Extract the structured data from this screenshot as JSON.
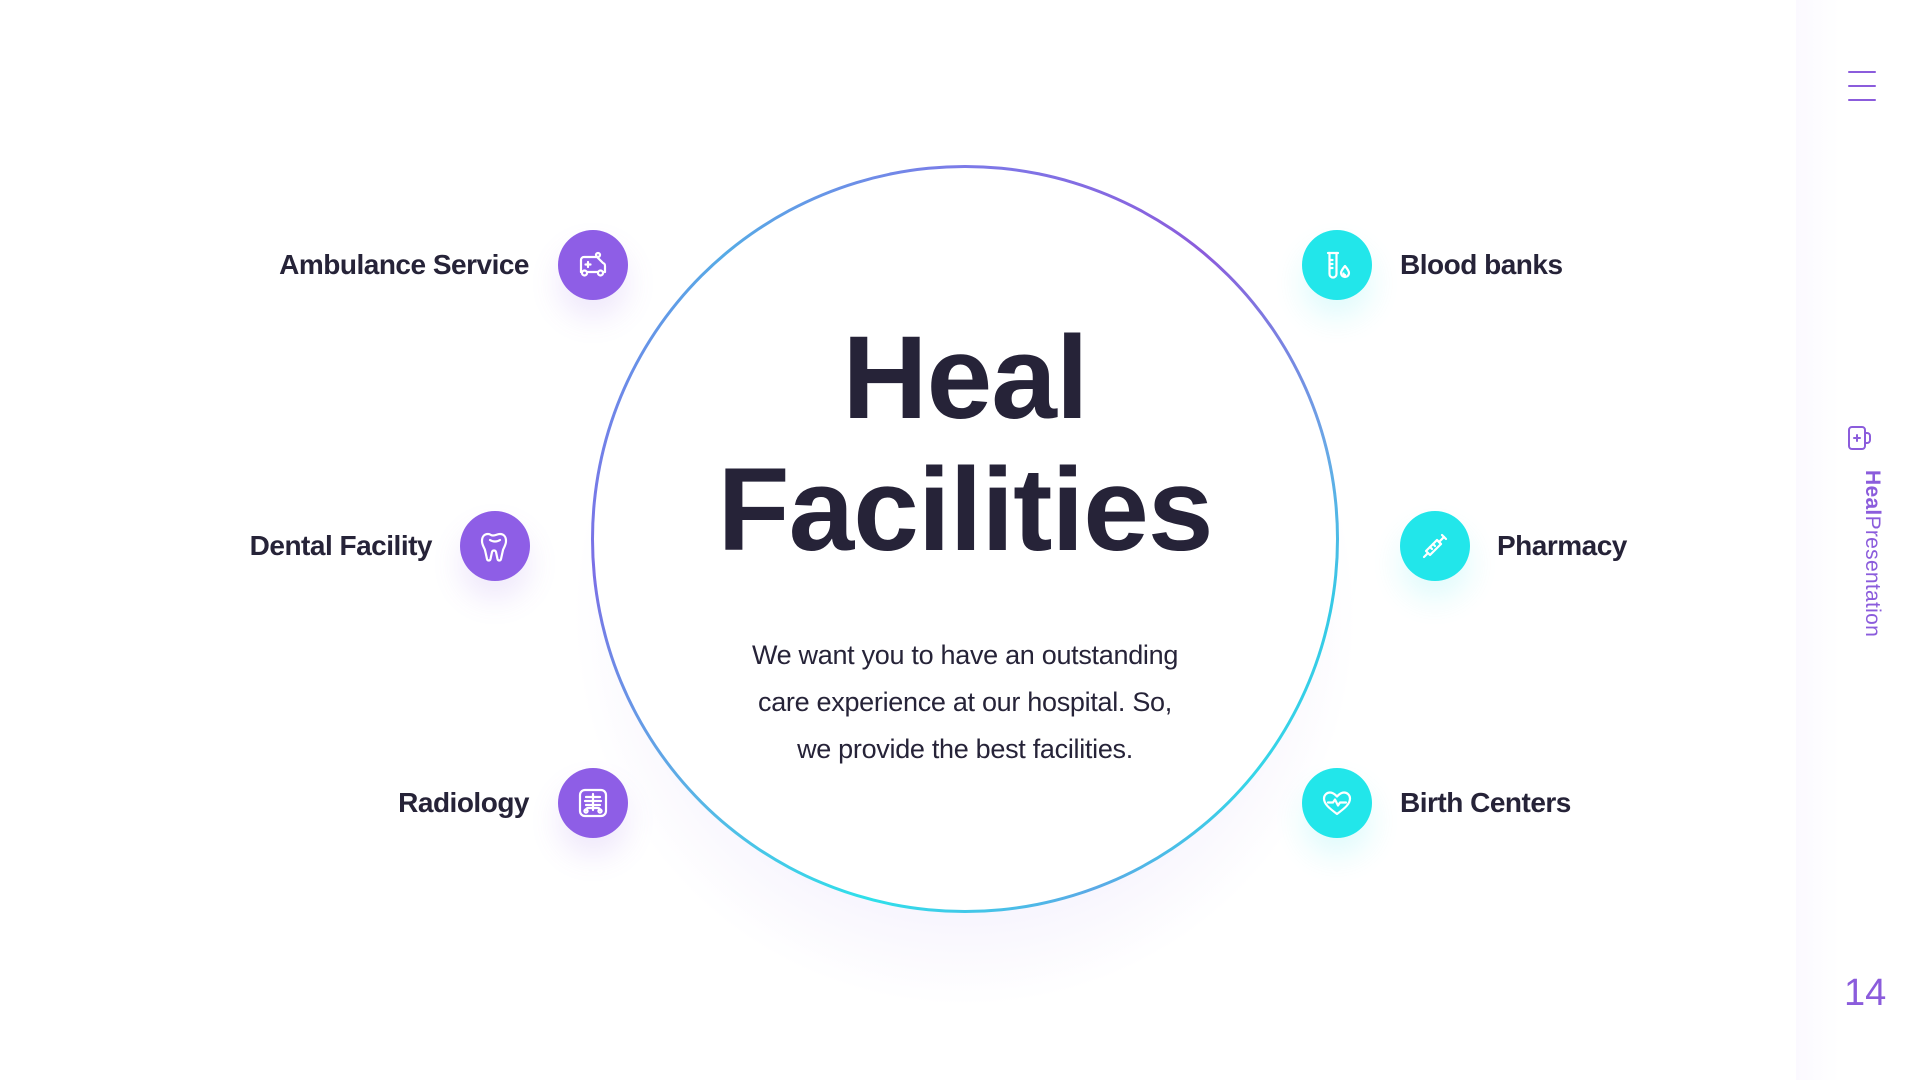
{
  "slide": {
    "title_line1": "Heal",
    "title_line2": "Facilities",
    "description": "We want you to have an outstanding care experience at our hospital. So, we provide the best facilities.",
    "description_lines": [
      "We want you to have an outstanding",
      "care experience at our hospital. So,",
      "we provide the best facilities."
    ]
  },
  "facilities": {
    "left": [
      {
        "label": "Ambulance Service",
        "icon": "ambulance-icon",
        "color": "#8e5ee6"
      },
      {
        "label": "Dental Facility",
        "icon": "tooth-icon",
        "color": "#8e5ee6"
      },
      {
        "label": "Radiology",
        "icon": "xray-icon",
        "color": "#8e5ee6"
      }
    ],
    "right": [
      {
        "label": "Blood banks",
        "icon": "test-tube-blood-icon",
        "color": "#22e6ea"
      },
      {
        "label": "Pharmacy",
        "icon": "syringe-icon",
        "color": "#22e6ea"
      },
      {
        "label": "Birth Centers",
        "icon": "heart-pulse-icon",
        "color": "#22e6ea"
      }
    ]
  },
  "sidebar": {
    "menu_icon": "hamburger-menu-icon",
    "brand_icon": "medical-mug-icon",
    "brand_bold": "Heal",
    "brand_regular": "Presentation",
    "page_number": "14"
  },
  "colors": {
    "accent_purple": "#8e5ee6",
    "accent_cyan": "#22e6ea",
    "text_dark": "#262338",
    "sidebar_accent": "#8b5cdc"
  }
}
